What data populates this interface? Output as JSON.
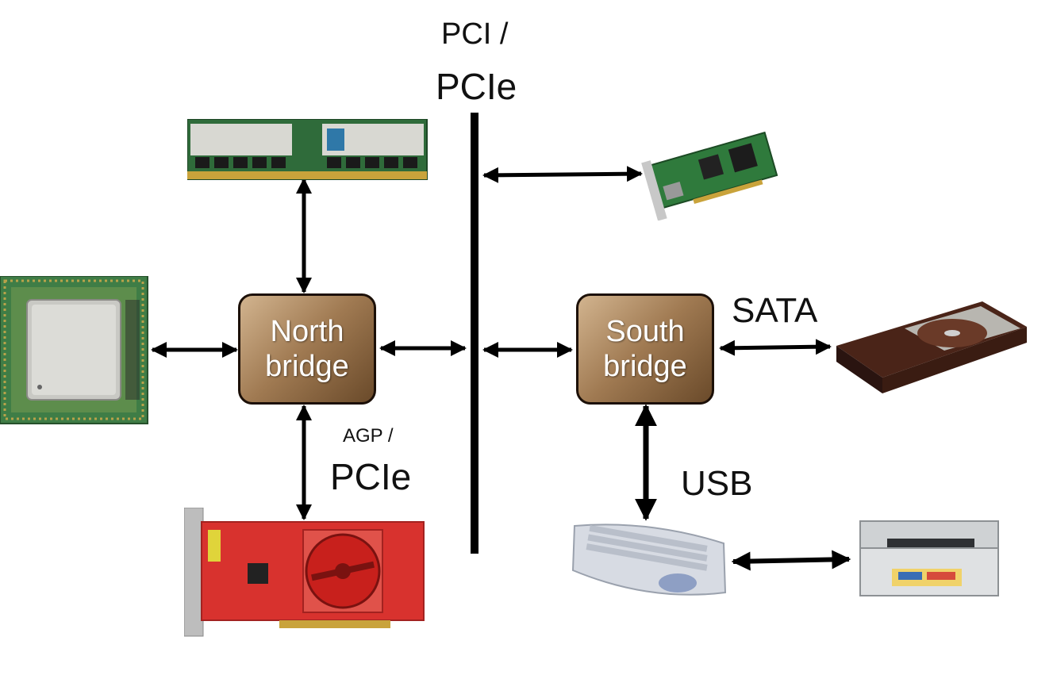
{
  "labels": {
    "pci_top": "PCI /",
    "pci_bottom": "PCIe",
    "agp_top": "AGP /",
    "agp_bottom": "PCIe",
    "sata": "SATA",
    "usb": "USB"
  },
  "north_bridge": {
    "line1": "North",
    "line2": "bridge"
  },
  "south_bridge": {
    "line1": "South",
    "line2": "bridge"
  },
  "components": {
    "cpu": "processor-chip",
    "ram": "memory-module",
    "network_card": "pci-expansion-card",
    "graphics_card": "graphics-card",
    "hard_drive": "hard-disk-drive",
    "keyboard": "keyboard",
    "printer": "printer"
  },
  "colors": {
    "bridge_light": "#d2b48f",
    "bridge_dark": "#6a4a2a",
    "bridge_text": "#ffffff",
    "bus_line": "#000000",
    "pcb_green": "#2f6b3a",
    "gpu_red": "#d8322e"
  }
}
